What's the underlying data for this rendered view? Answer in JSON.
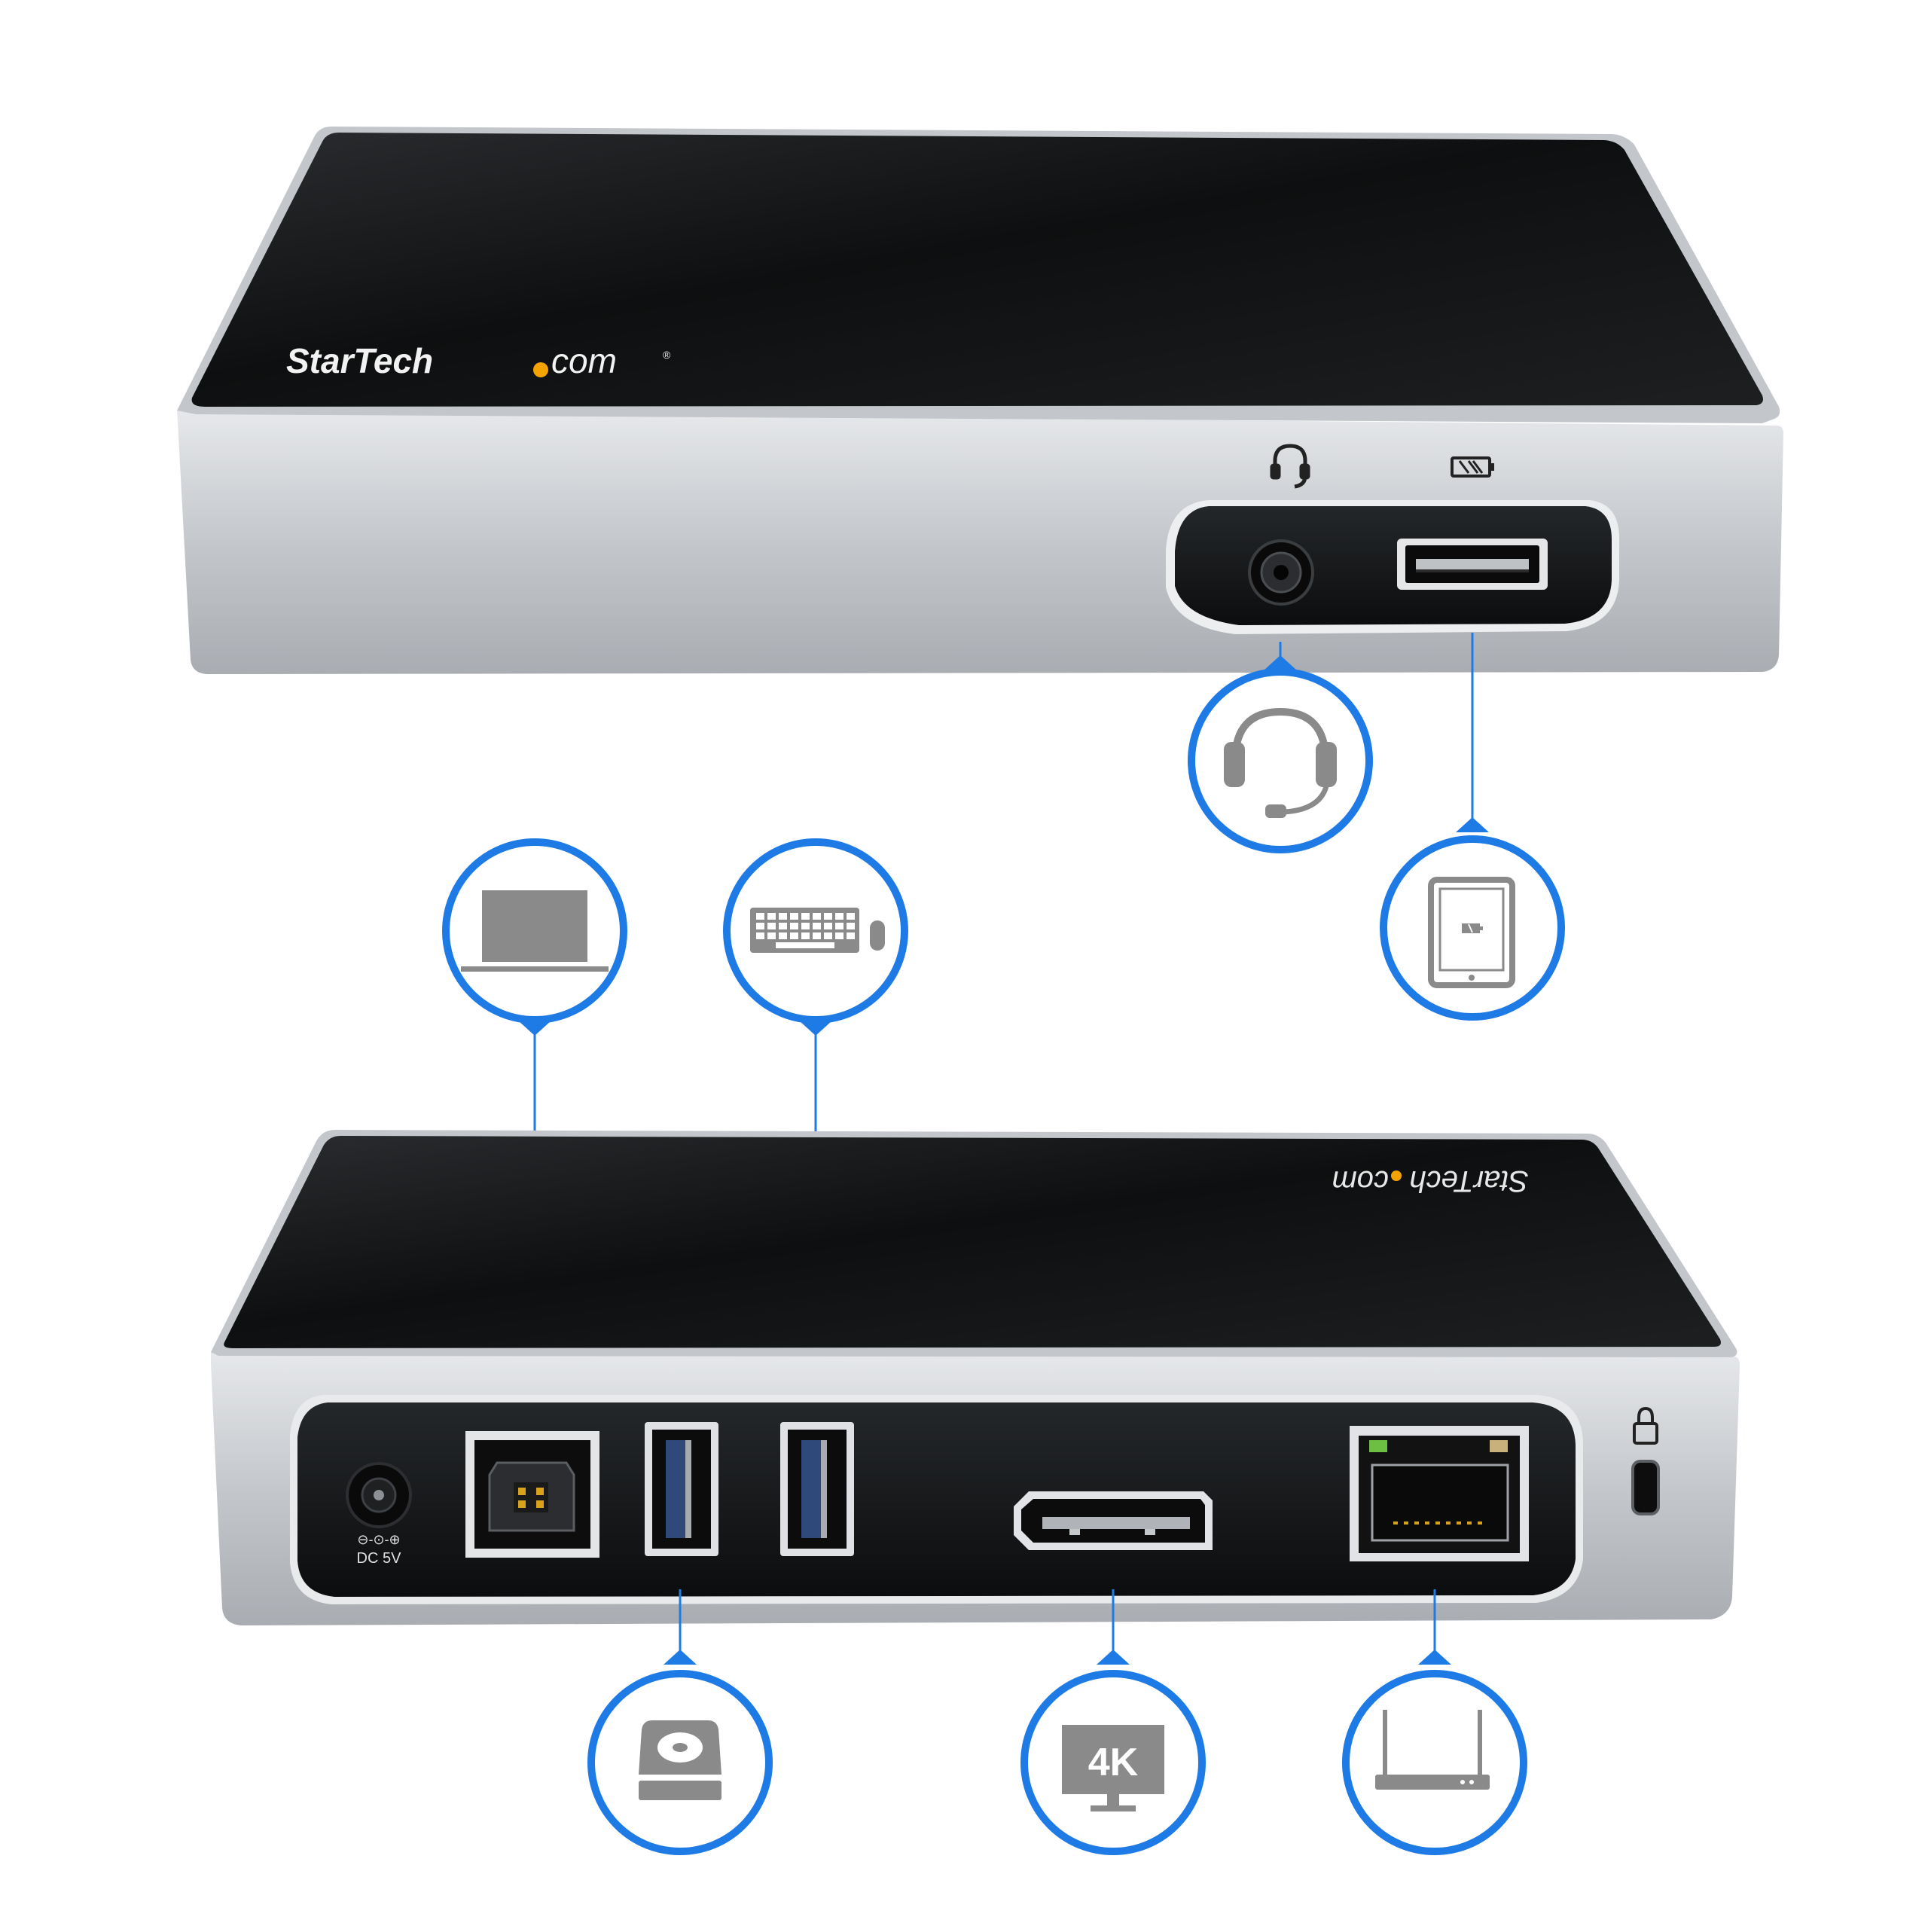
{
  "brand": {
    "name": "StarTech",
    "suffix": "com",
    "trademark": "®",
    "dot_color": "#f5a300"
  },
  "rear_panel": {
    "dc_symbol": "⊖-⊙-⊕",
    "dc_label": "DC 5V"
  },
  "callouts": {
    "monitor_label": "4K"
  },
  "colors": {
    "callout_blue": "#1e7be6",
    "icon_gray": "#8a8a8a",
    "chassis_silver": "#c9ccd0",
    "panel_black": "#17191b"
  },
  "icons": [
    "headphone-icon",
    "charging-battery-icon",
    "headset-icon",
    "tablet-charging-icon",
    "laptop-icon",
    "keyboard-mouse-icon",
    "hard-drive-icon",
    "monitor-4k-icon",
    "router-icon",
    "lock-icon"
  ]
}
